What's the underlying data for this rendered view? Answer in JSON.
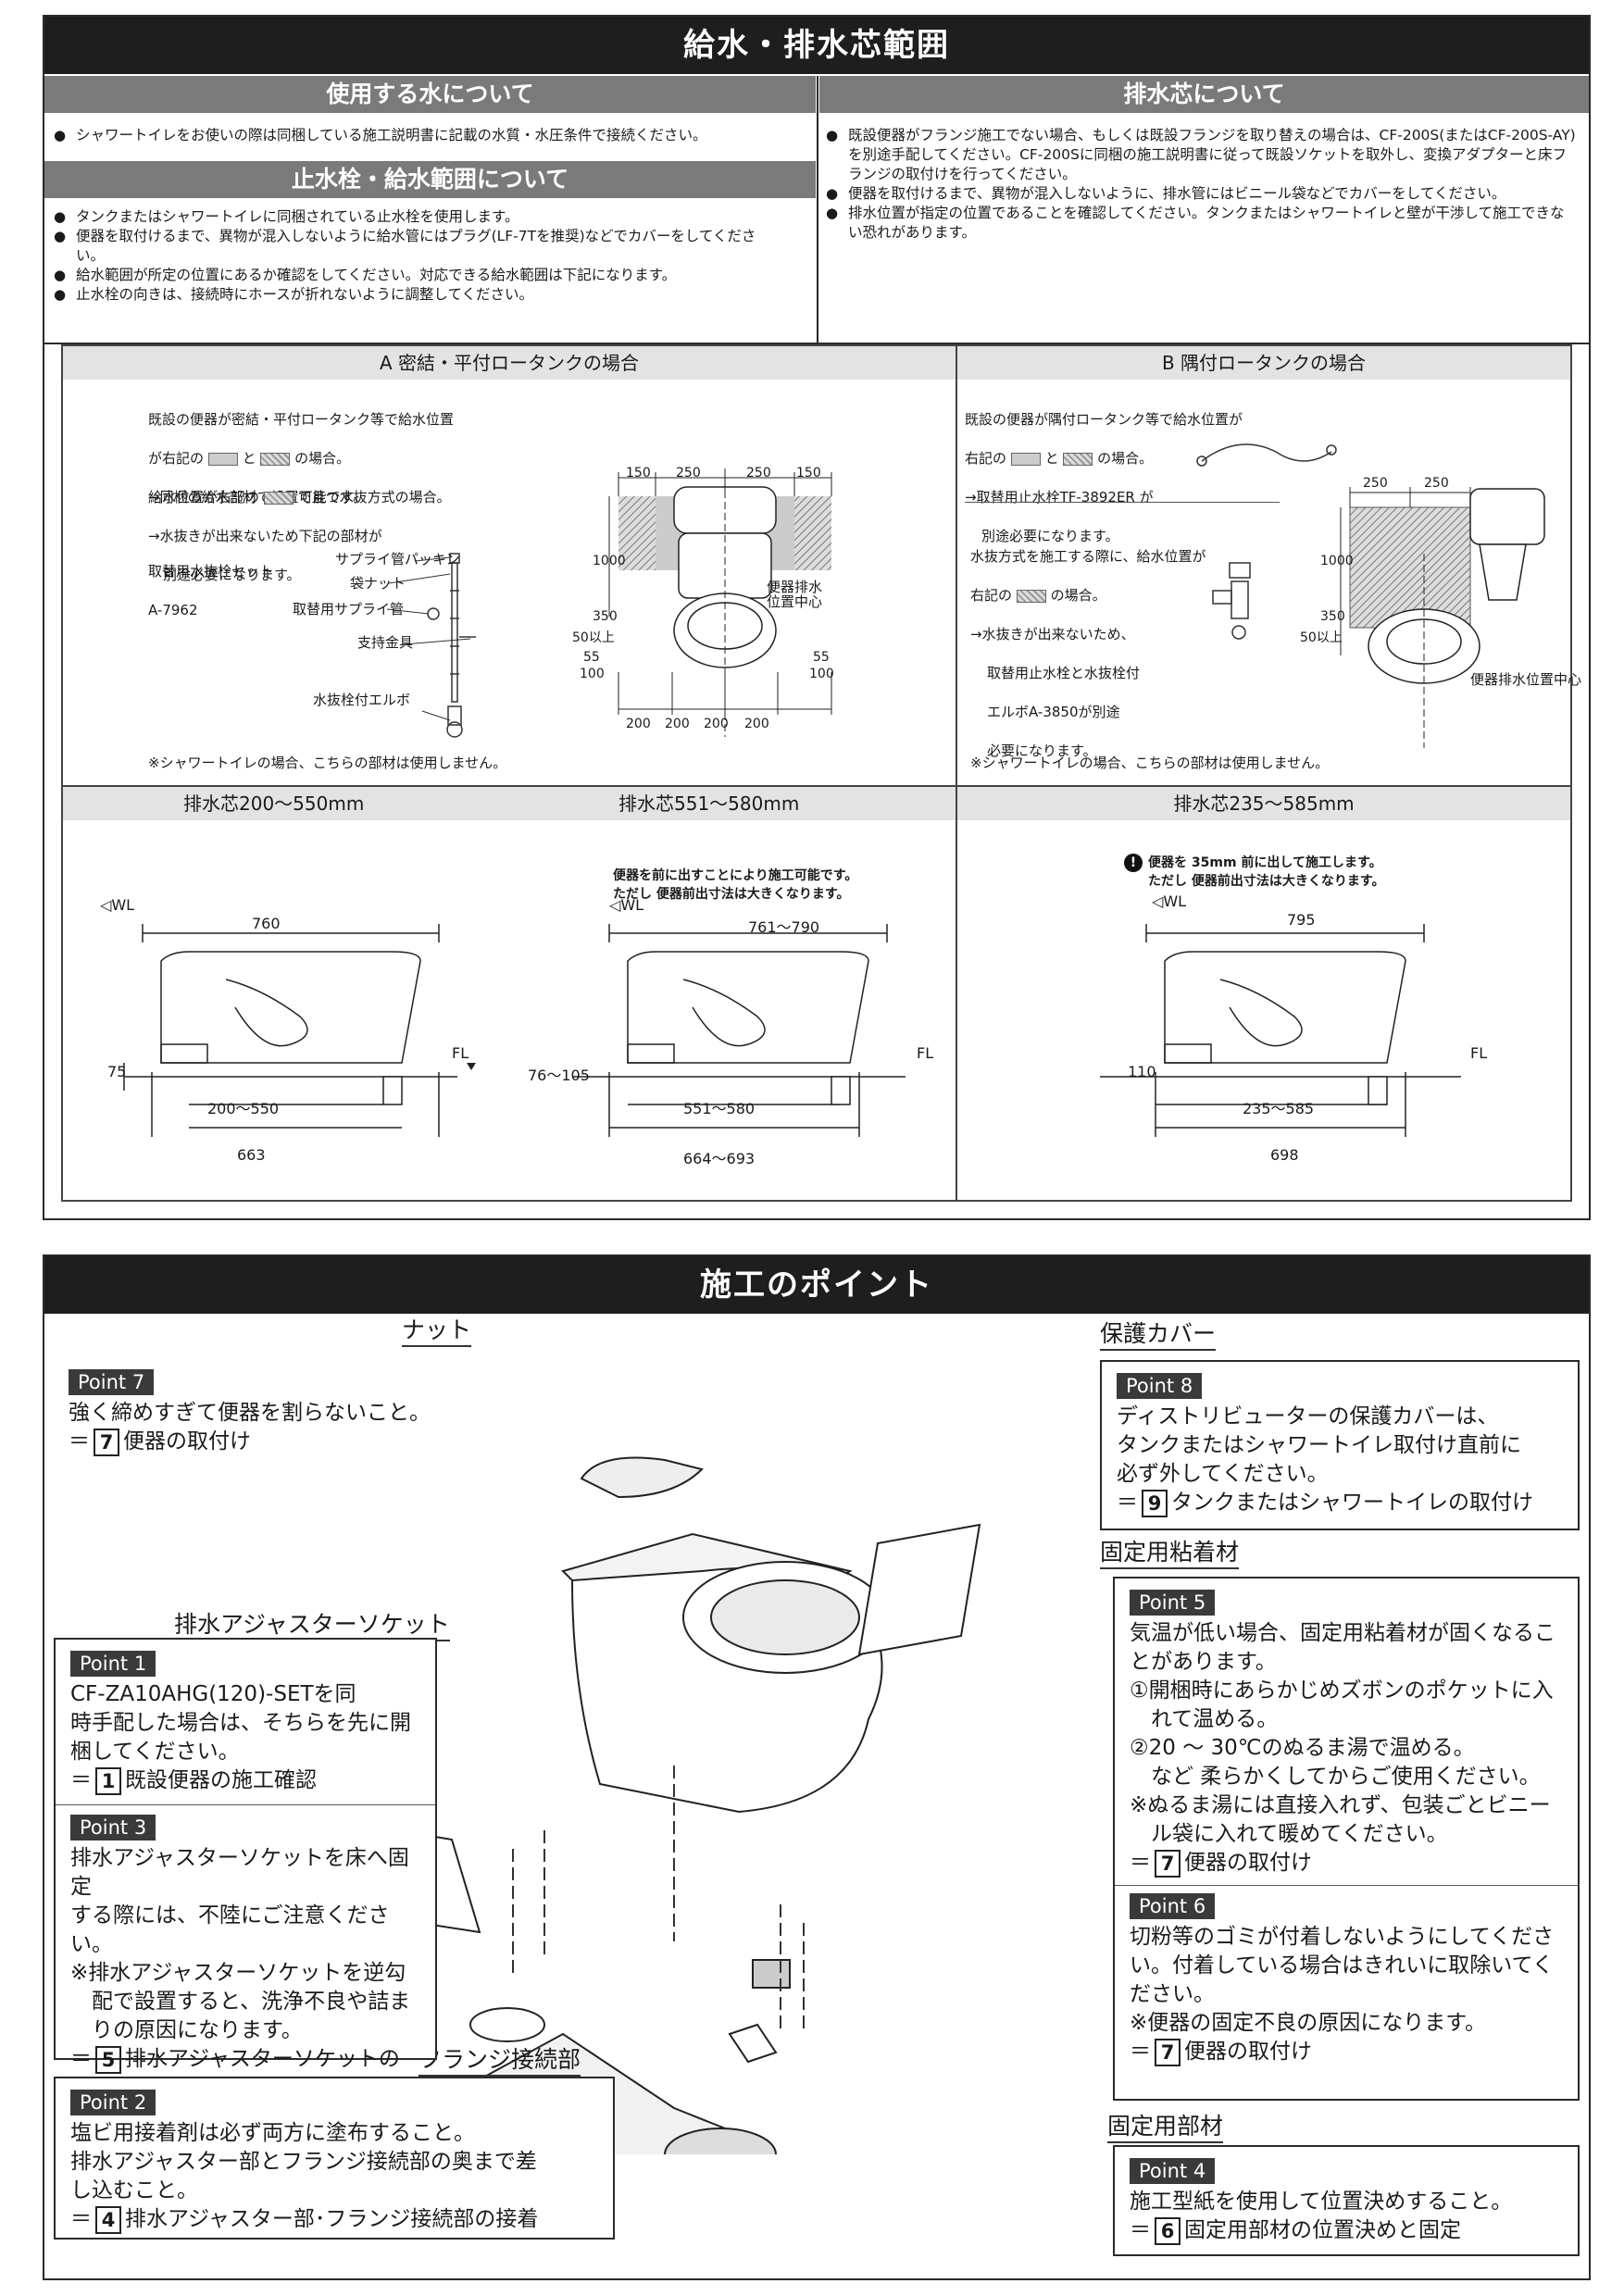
{
  "section1": {
    "title": "給水・排水芯範囲",
    "water": {
      "heading": "使用する水について",
      "bullets": [
        "シャワートイレをお使いの際は同梱している施工説明書に記載の水質・水圧条件で接続ください。"
      ]
    },
    "stopcock": {
      "heading": "止水栓・給水範囲について",
      "bullets": [
        "タンクまたはシャワートイレに同梱されている止水栓を使用します。",
        "便器を取付けるまで、異物が混入しないように給水管にはプラグ(LF-7Tを推奨)などでカバーをしてください。",
        "給水範囲が所定の位置にあるか確認をしてください。対応できる給水範囲は下記になります。",
        "止水栓の向きは、接続時にホースが折れないように調整してください。"
      ]
    },
    "drain": {
      "heading": "排水芯について",
      "bullets": [
        "既設便器がフランジ施工でない場合、もしくは既設フランジを取り替えの場合は、CF-200S(またはCF-200S-AY)を別途手配してください。CF-200Sに同梱の施工説明書に従って既設ソケットを取外し、変換アダプターと床フランジの取付けを行ってください。",
        "便器を取付けるまで、異物が混入しないように、排水管にはビニール袋などでカバーをしてください。",
        "排水位置が指定の位置であることを確認してください。タンクまたはシャワートイレと壁が干渉して施工できない恐れがあります。"
      ]
    },
    "tableA": {
      "header": "A 密結・平付ロータンクの場合",
      "text1_line1": "既設の便器が密結・平付ロータンク等で給水位置",
      "text1_line2a": "が右記の",
      "text1_line2b": "と",
      "text1_line2c": "の場合。",
      "text1_line3": "→同梱の給水部材で設置可能です。",
      "text2_line1a": "給水位置が右記の",
      "text2_line1b": "で且つ水抜方式の場合。",
      "text2_line2": "→水抜きが出来ないため下記の部材が",
      "text2_line3": "別途必要になります。",
      "kit_name": "取替用水抜栓セット",
      "kit_code": "A-7962",
      "parts": [
        "サプライ管パッキン",
        "袋ナット",
        "取替用サプライ管",
        "支持金具",
        "水抜栓付エルボ"
      ],
      "dims_top": [
        "150",
        "250",
        "250",
        "150"
      ],
      "dims_left": [
        "1000",
        "350",
        "50以上",
        "55",
        "100"
      ],
      "dims_right": [
        "55",
        "100"
      ],
      "dims_bottom": [
        "200",
        "200",
        "200",
        "200"
      ],
      "drain_label_1": "便器排水",
      "drain_label_2": "位置中心",
      "footnote": "※シャワートイレの場合、こちらの部材は使用しません。"
    },
    "tableB": {
      "header": "B 隅付ロータンクの場合",
      "text1_line1": "既設の便器が隅付ロータンク等で給水位置が",
      "text1_line2a": "右記の",
      "text1_line2b": "と",
      "text1_line2c": "の場合。",
      "text1_line3": "→取替用止水栓TF-3892ER が",
      "text1_line4": "別途必要になります。",
      "text2_line1": "水抜方式を施工する際に、給水位置が",
      "text2_line2a": "右記の",
      "text2_line2b": "の場合。",
      "text2_line3": "→水抜きが出来ないため、",
      "text2_line4": "取替用止水栓と水抜栓付",
      "text2_line5": "エルボA-3850が別途",
      "text2_line6": "必要になります。",
      "dims_top": [
        "250",
        "250"
      ],
      "dims_left": [
        "1000",
        "350",
        "50以上"
      ],
      "drain_label": "便器排水位置中心",
      "footnote": "※シャワートイレの場合、こちらの部材は使用しません。"
    },
    "drainRanges": {
      "col1_header": "排水芯200～550mm",
      "col2_header": "排水芯551～580mm",
      "col3_header": "排水芯235～585mm",
      "col2_note_1": "便器を前に出すことにより施工可能です。",
      "col2_note_2": "ただし 便器前出寸法は大きくなります。",
      "col3_note_1": "便器を 35mm 前に出して施工します。",
      "col3_note_2": "ただし 便器前出寸法は大きくなります。",
      "wl": "WL",
      "fl": "FL",
      "d1": {
        "top": "760",
        "left": "75",
        "range": "200～550",
        "total": "663"
      },
      "d2": {
        "top": "761～790",
        "left": "76～105",
        "range": "551～580",
        "total": "664～693"
      },
      "d3": {
        "top": "795",
        "left": "110",
        "range": "235～585",
        "total": "698"
      }
    }
  },
  "section2": {
    "title": "施工のポイント",
    "labels": {
      "nut": "ナット",
      "cover": "保護カバー",
      "socket": "排水アジャスターソケット",
      "adhesive": "固定用粘着材",
      "flange": "フランジ接続部",
      "fixing": "固定用部材"
    },
    "p7": {
      "tag": "Point 7",
      "text": "強く締めすぎて便器を割らないこと。",
      "num": "7",
      "ref": "便器の取付け"
    },
    "p8": {
      "tag": "Point 8",
      "text": "ディストリビューターの保護カバーは、\nタンクまたはシャワートイレ取付け直前に\n必ず外してください。",
      "num": "9",
      "ref": "タンクまたはシャワートイレの取付け"
    },
    "p1": {
      "tag": "Point 1",
      "text": "CF-ZA10AHG(120)-SETを同\n時手配した場合は、そちらを先に開\n梱してください。",
      "num": "1",
      "ref": "既設便器の施工確認"
    },
    "p3": {
      "tag": "Point 3",
      "text": "排水アジャスターソケットを床へ固定\nする際には、不陸にご注意ください。\n※排水アジャスターソケットを逆勾\n　配で設置すると、洗浄不良や詰ま\n　りの原因になります。",
      "num": "5",
      "ref": "排水アジャスターソケットの\n　　取付け"
    },
    "p5": {
      "tag": "Point 5",
      "text": "気温が低い場合、固定用粘着材が固くなるこ\nとがあります。\n①開梱時にあらかじめズボンのポケットに入\n　れて温める。\n②20 ～ 30℃のぬるま湯で温める。\n　など 柔らかくしてからご使用ください。\n※ぬるま湯には直接入れず、包装ごとビニー\n　ル袋に入れて暖めてください。",
      "num": "7",
      "ref": "便器の取付け"
    },
    "p6": {
      "tag": "Point 6",
      "text": "切粉等のゴミが付着しないようにしてくださ\nい。付着している場合はきれいに取除いてく\nださい。\n※便器の固定不良の原因になります。",
      "num": "7",
      "ref": "便器の取付け"
    },
    "p2": {
      "tag": "Point 2",
      "text": "塩ビ用接着剤は必ず両方に塗布すること。\n排水アジャスター部とフランジ接続部の奥まで差\nし込むこと。",
      "num": "4",
      "ref": "排水アジャスター部･フランジ接続部の接着"
    },
    "p4": {
      "tag": "Point 4",
      "text": "施工型紙を使用して位置決めすること。",
      "num": "6",
      "ref": "固定用部材の位置決めと固定"
    }
  }
}
